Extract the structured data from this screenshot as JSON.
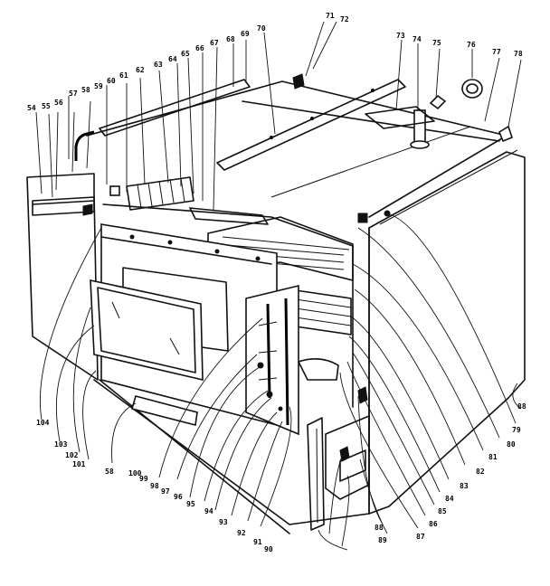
{
  "callouts": [
    "54",
    "55",
    "56",
    "57",
    "58",
    "59",
    "60",
    "61",
    "62",
    "63",
    "64",
    "65",
    "66",
    "67",
    "68",
    "69",
    "70",
    "71",
    "72",
    "73",
    "74",
    "75",
    "76",
    "77",
    "78",
    "79",
    "80",
    "81",
    "82",
    "83",
    "84",
    "85",
    "86",
    "87",
    "88",
    "89",
    "90",
    "91",
    "92",
    "93",
    "94",
    "95",
    "96",
    "97",
    "98",
    "99",
    "100",
    "101",
    "102",
    "103",
    "104",
    "58",
    "88"
  ]
}
